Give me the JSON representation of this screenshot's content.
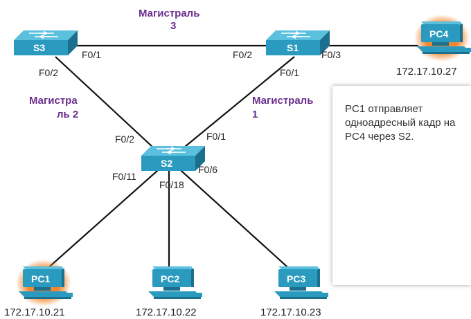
{
  "switches": {
    "s1": {
      "label": "S1"
    },
    "s2": {
      "label": "S2"
    },
    "s3": {
      "label": "S3"
    }
  },
  "pcs": {
    "pc1": {
      "label": "PC1",
      "ip": "172.17.10.21"
    },
    "pc2": {
      "label": "PC2",
      "ip": "172.17.10.22"
    },
    "pc3": {
      "label": "PC3",
      "ip": "172.17.10.23"
    },
    "pc4": {
      "label": "PC4",
      "ip": "172.17.10.27"
    }
  },
  "trunks": {
    "t3": {
      "line1": "Магистраль",
      "line2": "3"
    },
    "t2": {
      "line1": "Магистра",
      "line2": "ль 2"
    },
    "t1": {
      "line1": "Магистраль",
      "line2": "1"
    }
  },
  "ports": {
    "s3_f01": "F0/1",
    "s3_f02": "F0/2",
    "s1_f02": "F0/2",
    "s1_f03": "F0/3",
    "s1_f01": "F0/1",
    "s2_f02": "F0/2",
    "s2_f01": "F0/1",
    "s2_f011": "F0/11",
    "s2_f018": "F0/18",
    "s2_f06": "F0/6"
  },
  "note": {
    "text": "PC1 отправляет одноадресный кадр на PC4 через S2."
  },
  "colors": {
    "switch_top": "#2a9bbf",
    "switch_side": "#1c6f8d",
    "pc_body": "#2a9bbf",
    "highlight": "#f07a1a",
    "trunk_text": "#6b2e8e"
  }
}
